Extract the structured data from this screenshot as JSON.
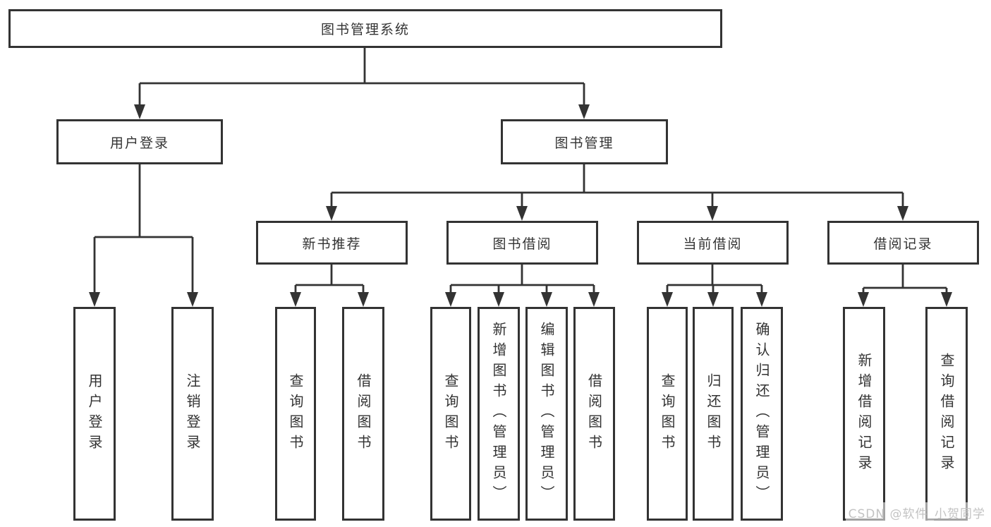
{
  "diagram": {
    "root": {
      "label": "图书管理系统"
    },
    "level2": [
      {
        "label": "用户登录"
      },
      {
        "label": "图书管理"
      }
    ],
    "level3": [
      {
        "label": "新书推荐"
      },
      {
        "label": "图书借阅"
      },
      {
        "label": "当前借阅"
      },
      {
        "label": "借阅记录"
      }
    ],
    "leaves": [
      {
        "label": "用户登录"
      },
      {
        "label": "注销登录"
      },
      {
        "label": "查询图书"
      },
      {
        "label": "借阅图书"
      },
      {
        "label": "查询图书"
      },
      {
        "label": "新增图书（管理员）"
      },
      {
        "label": "编辑图书（管理员）"
      },
      {
        "label": "借阅图书"
      },
      {
        "label": "查询图书"
      },
      {
        "label": "归还图书"
      },
      {
        "label": "确认归还（管理员）"
      },
      {
        "label": "新增借阅记录"
      },
      {
        "label": "查询借阅记录"
      }
    ]
  },
  "watermark": "CSDN @软件_小贺同学",
  "colors": {
    "line": "#333333",
    "text": "#333333",
    "watermark": "#c3c3c3",
    "background": "#ffffff"
  }
}
